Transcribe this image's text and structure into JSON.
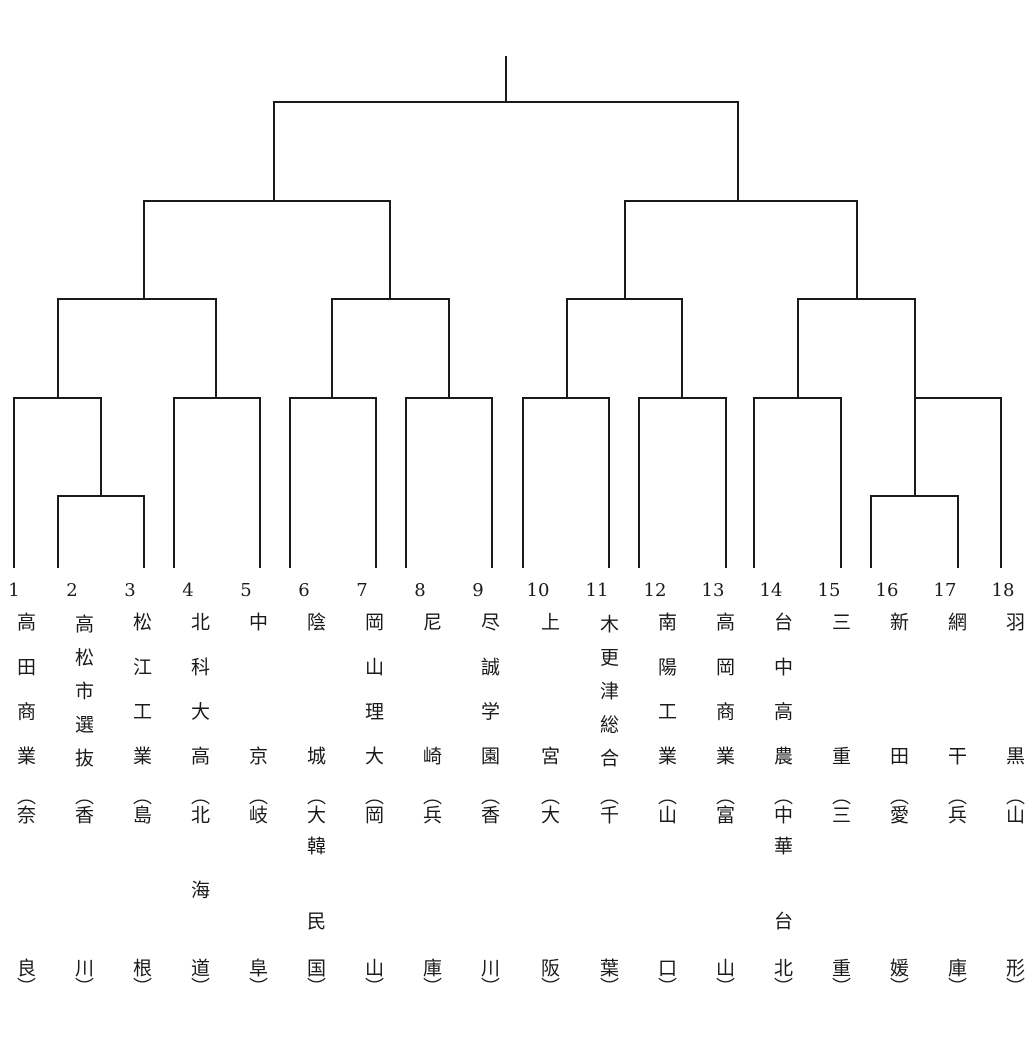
{
  "bracket_title": "",
  "teams": [
    {
      "num": "1",
      "name": "高田商業",
      "pref_open": "（奈",
      "pref_close": "良）"
    },
    {
      "num": "2",
      "name": "高松市選抜",
      "pref_open": "（香",
      "pref_close": "川）"
    },
    {
      "num": "3",
      "name": "松江工業",
      "pref_open": "（島",
      "pref_close": "根）"
    },
    {
      "num": "4",
      "name": "北科大高",
      "pref_open": "（北",
      "pref_middle": "海",
      "pref_close": "道）"
    },
    {
      "num": "5",
      "name": "中京",
      "pref_open": "（岐",
      "pref_close": "阜）"
    },
    {
      "num": "6",
      "name": "陰城",
      "pref_open": "（大",
      "pref_middle": "韓民",
      "pref_close": "国）"
    },
    {
      "num": "7",
      "name": "岡山理大",
      "pref_open": "（岡",
      "pref_close": "山）"
    },
    {
      "num": "8",
      "name": "尼崎",
      "pref_open": "（兵",
      "pref_close": "庫）"
    },
    {
      "num": "9",
      "name": "尽誠学園",
      "pref_open": "（香",
      "pref_close": "川）"
    },
    {
      "num": "10",
      "name": "上宮",
      "pref_open": "（大",
      "pref_close": "阪）"
    },
    {
      "num": "11",
      "name": "木更津総合",
      "pref_open": "（千",
      "pref_close": "葉）"
    },
    {
      "num": "12",
      "name": "南陽工業",
      "pref_open": "（山",
      "pref_close": "口）"
    },
    {
      "num": "13",
      "name": "高岡商業",
      "pref_open": "（富",
      "pref_close": "山）"
    },
    {
      "num": "14",
      "name": "台中高農",
      "pref_open": "（中",
      "pref_middle": "華台",
      "pref_close": "北）"
    },
    {
      "num": "15",
      "name": "三重",
      "pref_open": "（三",
      "pref_close": "重）"
    },
    {
      "num": "16",
      "name": "新田",
      "pref_open": "（愛",
      "pref_close": "媛）"
    },
    {
      "num": "17",
      "name": "網干",
      "pref_open": "（兵",
      "pref_close": "庫）"
    },
    {
      "num": "18",
      "name": "羽黒",
      "pref_open": "（山",
      "pref_close": "形）"
    }
  ]
}
